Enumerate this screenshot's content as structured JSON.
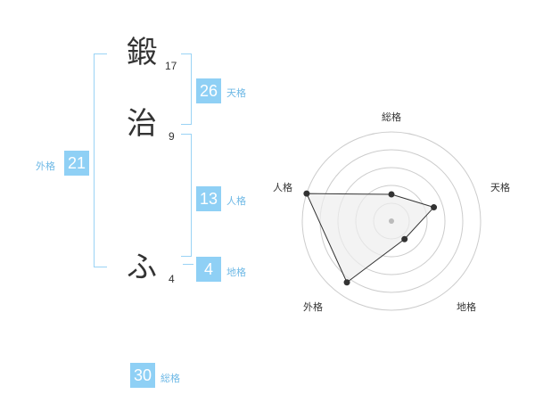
{
  "name": {
    "chars": [
      {
        "char": "鍛",
        "strokes": "17"
      },
      {
        "char": "治",
        "strokes": "9"
      },
      {
        "char": "ふ",
        "strokes": "4"
      }
    ]
  },
  "fortune": {
    "tenkaku": {
      "value": "26",
      "label": "天格"
    },
    "jinkaku": {
      "value": "13",
      "label": "人格"
    },
    "chikaku": {
      "value": "4",
      "label": "地格"
    },
    "gaikaku": {
      "value": "21",
      "label": "外格"
    },
    "soukaku": {
      "value": "30",
      "label": "総格"
    }
  },
  "radar": {
    "axes": [
      "総格",
      "天格",
      "地格",
      "外格",
      "人格"
    ],
    "levels": 5,
    "values": [
      0.3,
      0.5,
      0.25,
      0.85,
      1.0
    ],
    "colors": {
      "grid": "#cccccc",
      "fill": "#eeeeee",
      "line": "#333333",
      "point": "#333333",
      "center": "#bbbbbb"
    }
  }
}
